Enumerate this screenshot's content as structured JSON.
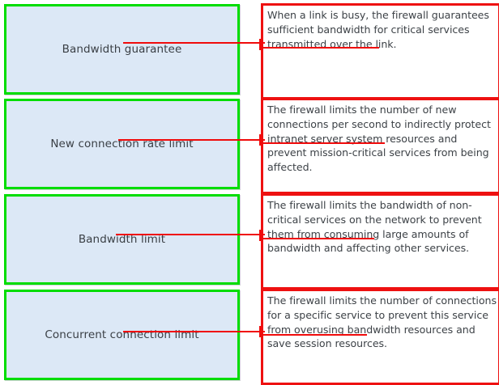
{
  "diagram": {
    "type": "concept-description-mapping",
    "colors": {
      "concept_border": "#00DD00",
      "concept_fill": "#DCE8F6",
      "description_border": "#EE1111",
      "description_fill": "#FFFFFF",
      "connector_line": "#F00B0B",
      "text": "#3D4247"
    },
    "rows": [
      {
        "concept": "Bandwidth guarantee",
        "description": "When a link is busy, the firewall guarantees sufficient bandwidth for critical services transmitted over the link."
      },
      {
        "concept": "New connection rate limit",
        "description": "The firewall limits the number of new connections per second to indirectly protect intranet server system resources and prevent mission-critical services from being affected."
      },
      {
        "concept": "Bandwidth limit",
        "description": "The firewall limits the bandwidth of non-critical services on the network to prevent them from consuming large amounts of bandwidth and affecting other services."
      },
      {
        "concept": "Concurrent connection limit",
        "description": "The firewall limits the number of connections for a specific service to prevent this service from overusing bandwidth resources and save session resources."
      }
    ]
  }
}
